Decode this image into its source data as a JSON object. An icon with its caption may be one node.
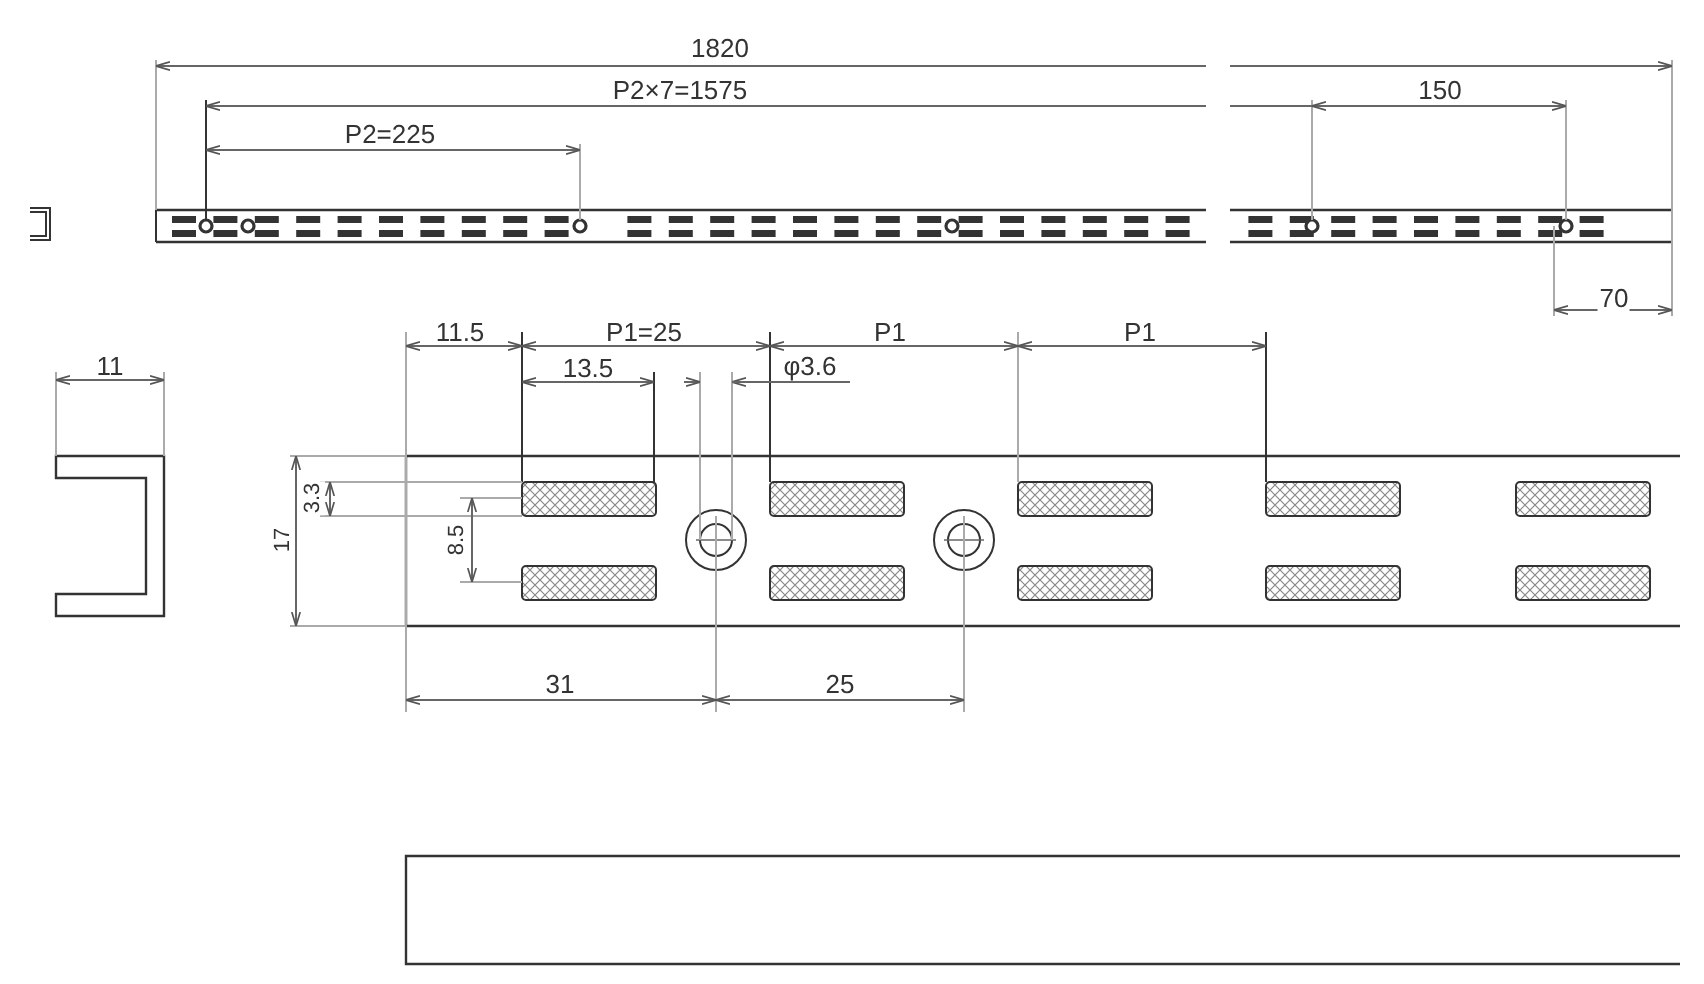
{
  "diagram": {
    "labels": [
      "1820",
      "P2×7=1575",
      "150",
      "P2=225",
      "70",
      "11.5",
      "P1=25",
      "P1",
      "P1",
      "11",
      "13.5",
      "φ3.6",
      "3.3",
      "17",
      "8.5",
      "31",
      "25"
    ]
  }
}
